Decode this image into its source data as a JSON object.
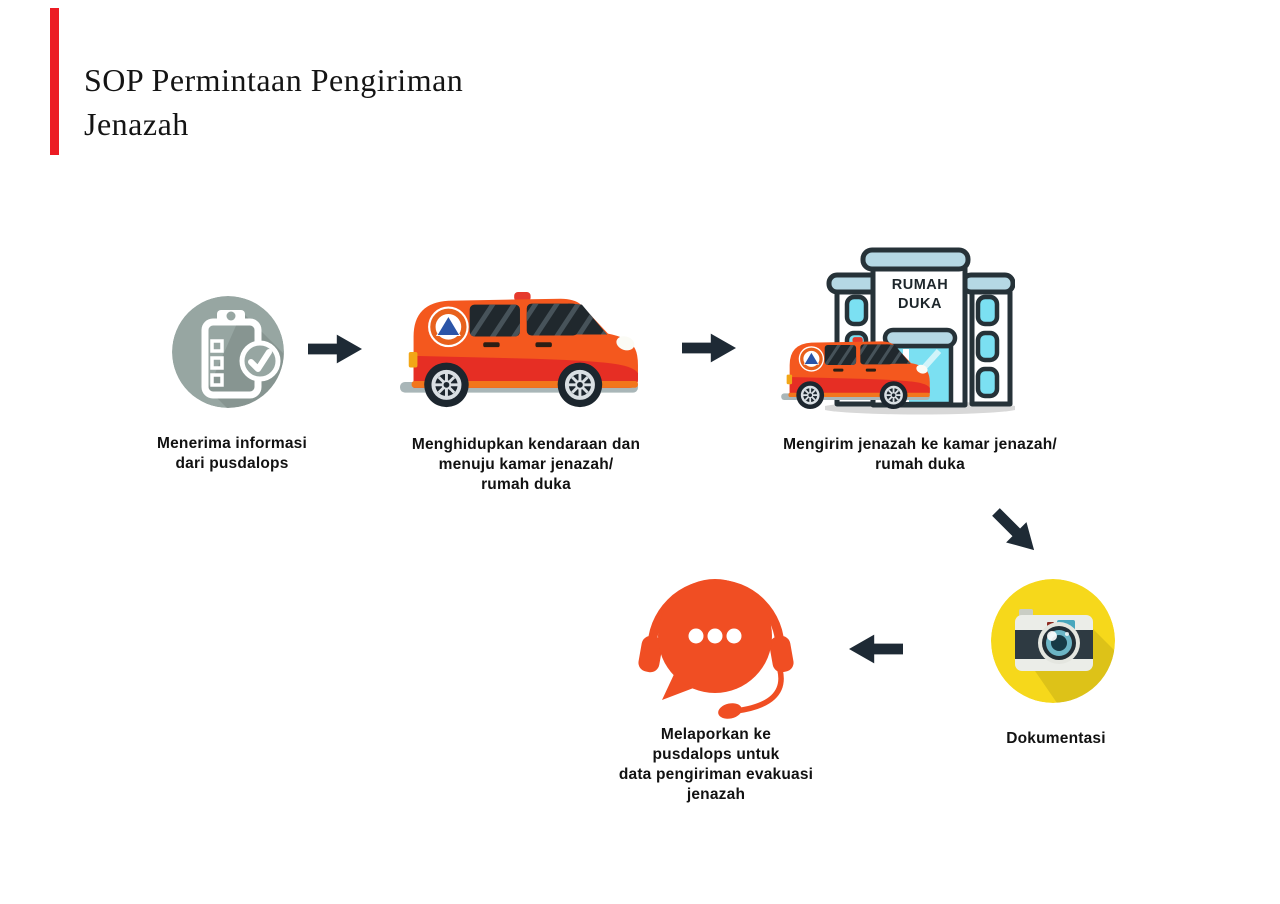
{
  "title": "SOP Permintaan Pengiriman Jenazah",
  "building_sign": "RUMAH\nDUKA",
  "steps": [
    {
      "icon": "clipboard-check-icon",
      "label": "Menerima informasi\ndari pusdalops"
    },
    {
      "icon": "ambulance-icon",
      "label": "Menghidupkan kendaraan dan\nmenuju kamar jenazah/\nrumah duka"
    },
    {
      "icon": "funeral-home-icon",
      "label": "Mengirim jenazah ke kamar jenazah/\nrumah duka"
    },
    {
      "icon": "camera-icon",
      "label": "Dokumentasi"
    },
    {
      "icon": "headset-chat-icon",
      "label": "Melaporkan ke\npusdalops untuk\ndata pengiriman evakuasi\njenazah"
    }
  ],
  "colors": {
    "accent_red": "#EC1C24",
    "arrow_dark": "#1E2A35",
    "step1_gray": "#97A6A2",
    "ambulance_orange": "#F4581E",
    "ambulance_stripe_red": "#E62E24",
    "doc_yellow": "#F6D81B",
    "report_orange": "#F04E23",
    "window_cyan": "#7BE0F2",
    "building_cap_blue": "#B5D8E4",
    "outline_dark": "#263238"
  }
}
